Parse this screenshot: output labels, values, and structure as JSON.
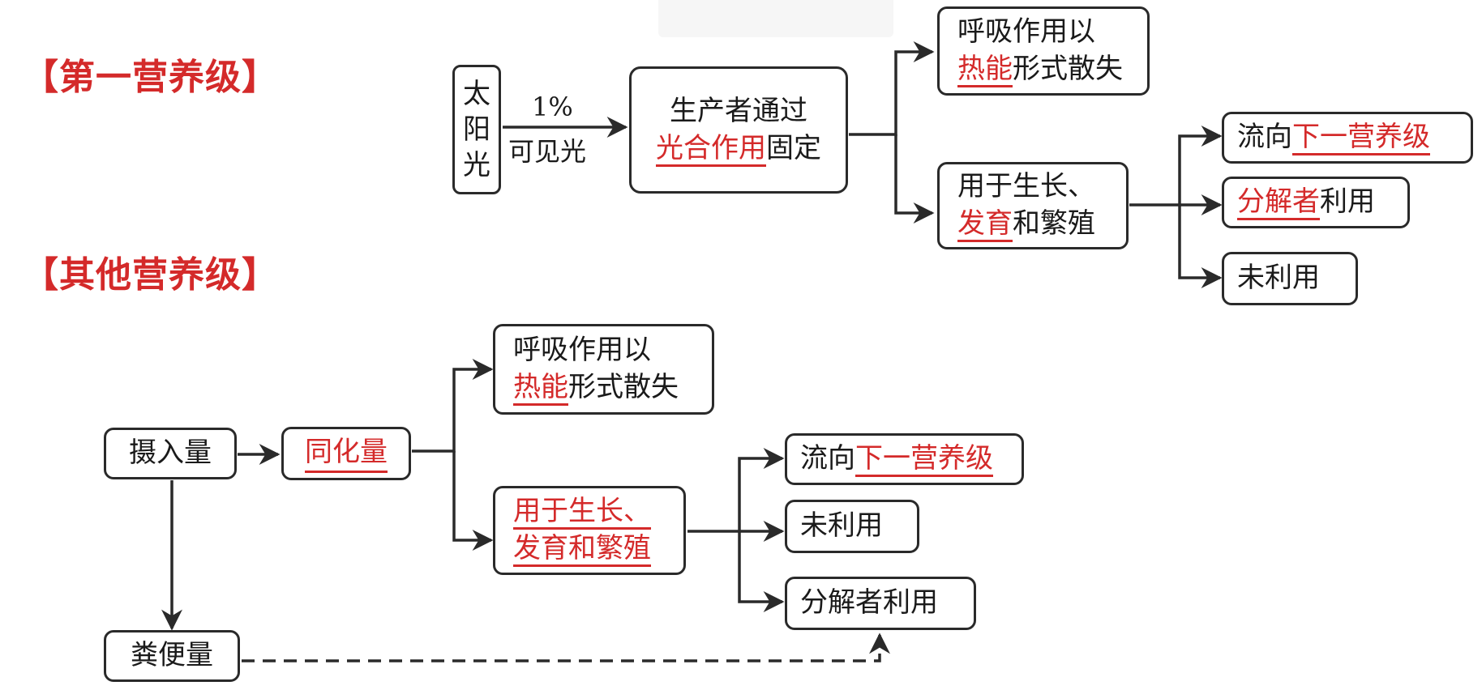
{
  "heading_first": "【第一营养级】",
  "heading_other": "【其他营养级】",
  "top": {
    "sun_chars": [
      "太",
      "阳",
      "光"
    ],
    "arrow_label_top": "1%",
    "arrow_label_bottom": "可见光",
    "producer_line1": "生产者通过",
    "producer_red": "光合作用",
    "producer_rest": "固定",
    "resp_line1": "呼吸作用以",
    "resp_red": "热能",
    "resp_rest": "形式散失",
    "growth_line1": "用于生长、",
    "growth_red": "发育",
    "growth_rest": "和繁殖",
    "next_prefix": "流向",
    "next_red": "下一营养级",
    "decomp_red": "分解者",
    "decomp_rest": "利用",
    "unused": "未利用"
  },
  "bottom": {
    "intake": "摄入量",
    "assim": "同化量",
    "resp_line1": "呼吸作用以",
    "resp_red": "热能",
    "resp_rest": "形式散失",
    "growth_line1": "用于生长、",
    "growth_line2": "发育和繁殖",
    "next_prefix": "流向",
    "next_red": "下一营养级",
    "unused": "未利用",
    "decomp": "分解者利用",
    "feces": "粪便量"
  },
  "colors": {
    "accent_red": "#d42a2a",
    "stroke": "#2a2a2a"
  }
}
